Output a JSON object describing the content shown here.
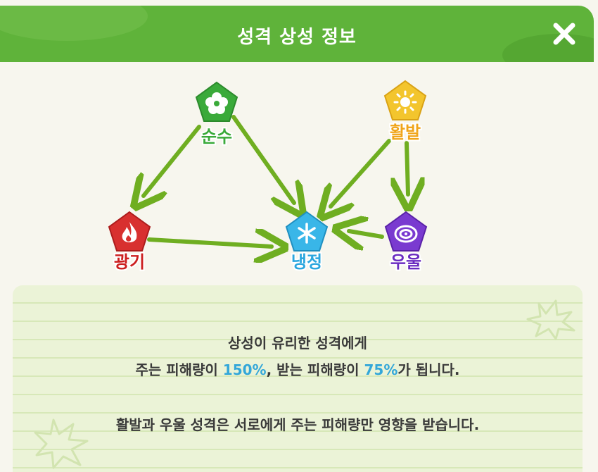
{
  "header": {
    "title": "성격 상성 정보"
  },
  "nodes": {
    "pure": {
      "label": "순수",
      "color": "#3aaa3a"
    },
    "active": {
      "label": "활발",
      "color": "#f0a419"
    },
    "mania": {
      "label": "광기",
      "color": "#cc1f1f"
    },
    "cold": {
      "label": "냉정",
      "color": "#2aa6de"
    },
    "gloom": {
      "label": "우울",
      "color": "#6a2bc0"
    }
  },
  "info": {
    "line1": "상성이 유리한 성격에게",
    "line2_pre": "주는 피해량이 ",
    "line2_val1": "150%",
    "line2_mid": ", 받는 피해량이 ",
    "line2_val2": "75%",
    "line2_post": "가 됩니다.",
    "line3": "활발과 우울 성격은 서로에게 주는 피해량만 영향을 받습니다."
  },
  "colors": {
    "header": "#5fb33a",
    "arrow": "#6fae21",
    "highlight": "#33a7d9"
  }
}
